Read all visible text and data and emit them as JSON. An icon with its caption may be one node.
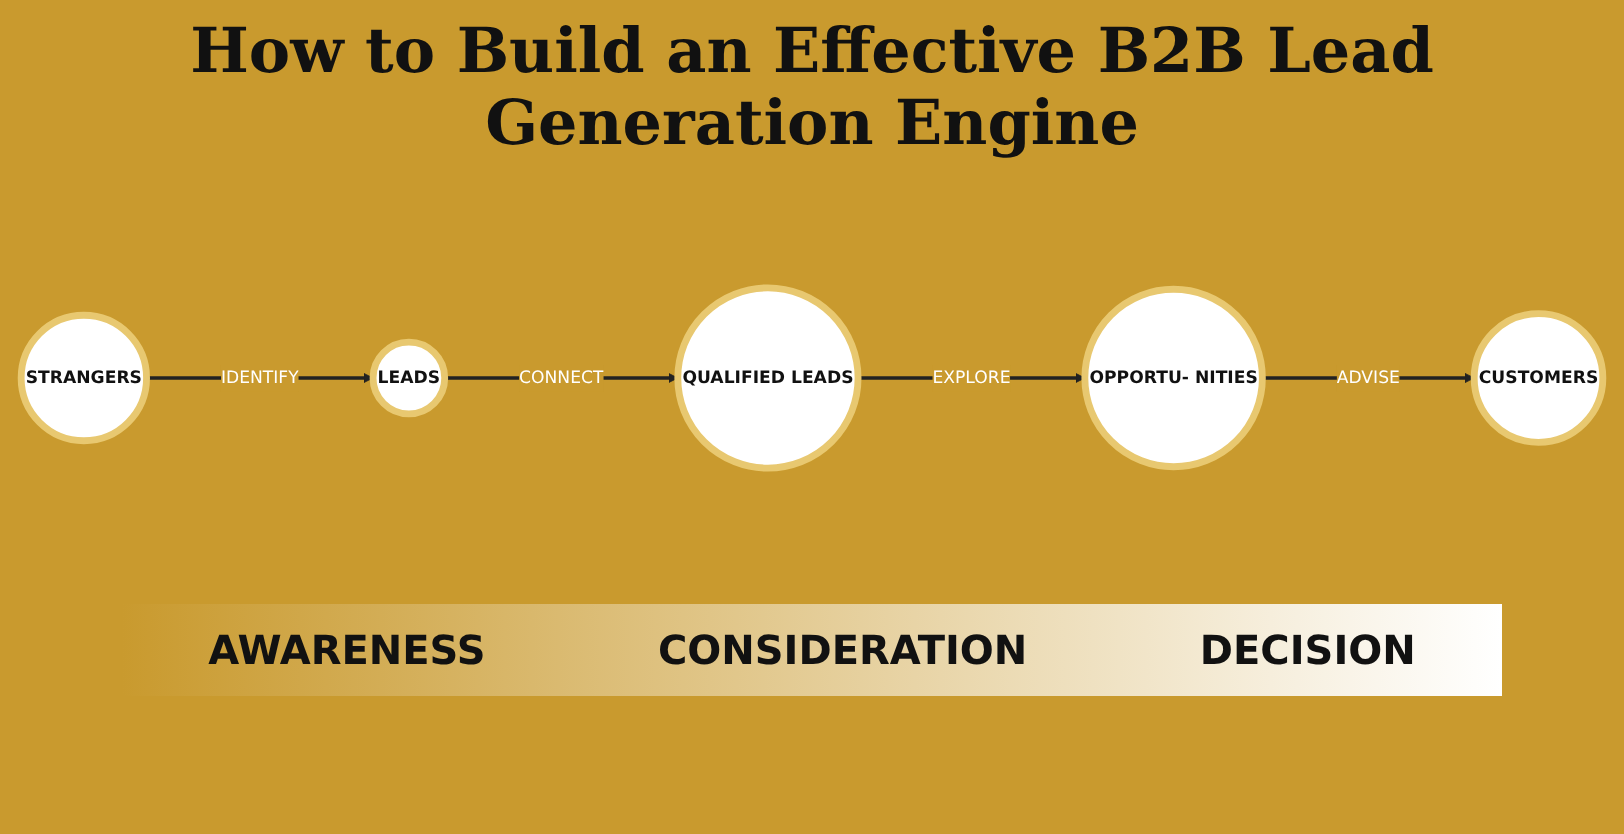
{
  "diagram": {
    "title": "How to Build an Effective B2B Lead Generation Engine",
    "nodes": [
      {
        "text": [
          "STRANGERS"
        ]
      },
      {
        "text": [
          "LEADS"
        ]
      },
      {
        "text": [
          "QUALIFIED LEADS"
        ]
      },
      {
        "text": [
          "OPPORTU- NITIES"
        ]
      },
      {
        "text": [
          "CUSTOMERS"
        ]
      }
    ],
    "edges": [
      {
        "from": 0,
        "to": 1,
        "arrow": "to",
        "label": "IDENTIFY"
      },
      {
        "from": 1,
        "to": 2,
        "arrow": "to",
        "label": "CONNECT"
      },
      {
        "from": 2,
        "to": 3,
        "arrow": "to",
        "label": "EXPLORE"
      },
      {
        "from": 3,
        "to": 4,
        "arrow": "to",
        "label": "ADVISE"
      }
    ],
    "labels": [
      "AWARENESS",
      "CONSIDERATION",
      "DECISION"
    ]
  }
}
